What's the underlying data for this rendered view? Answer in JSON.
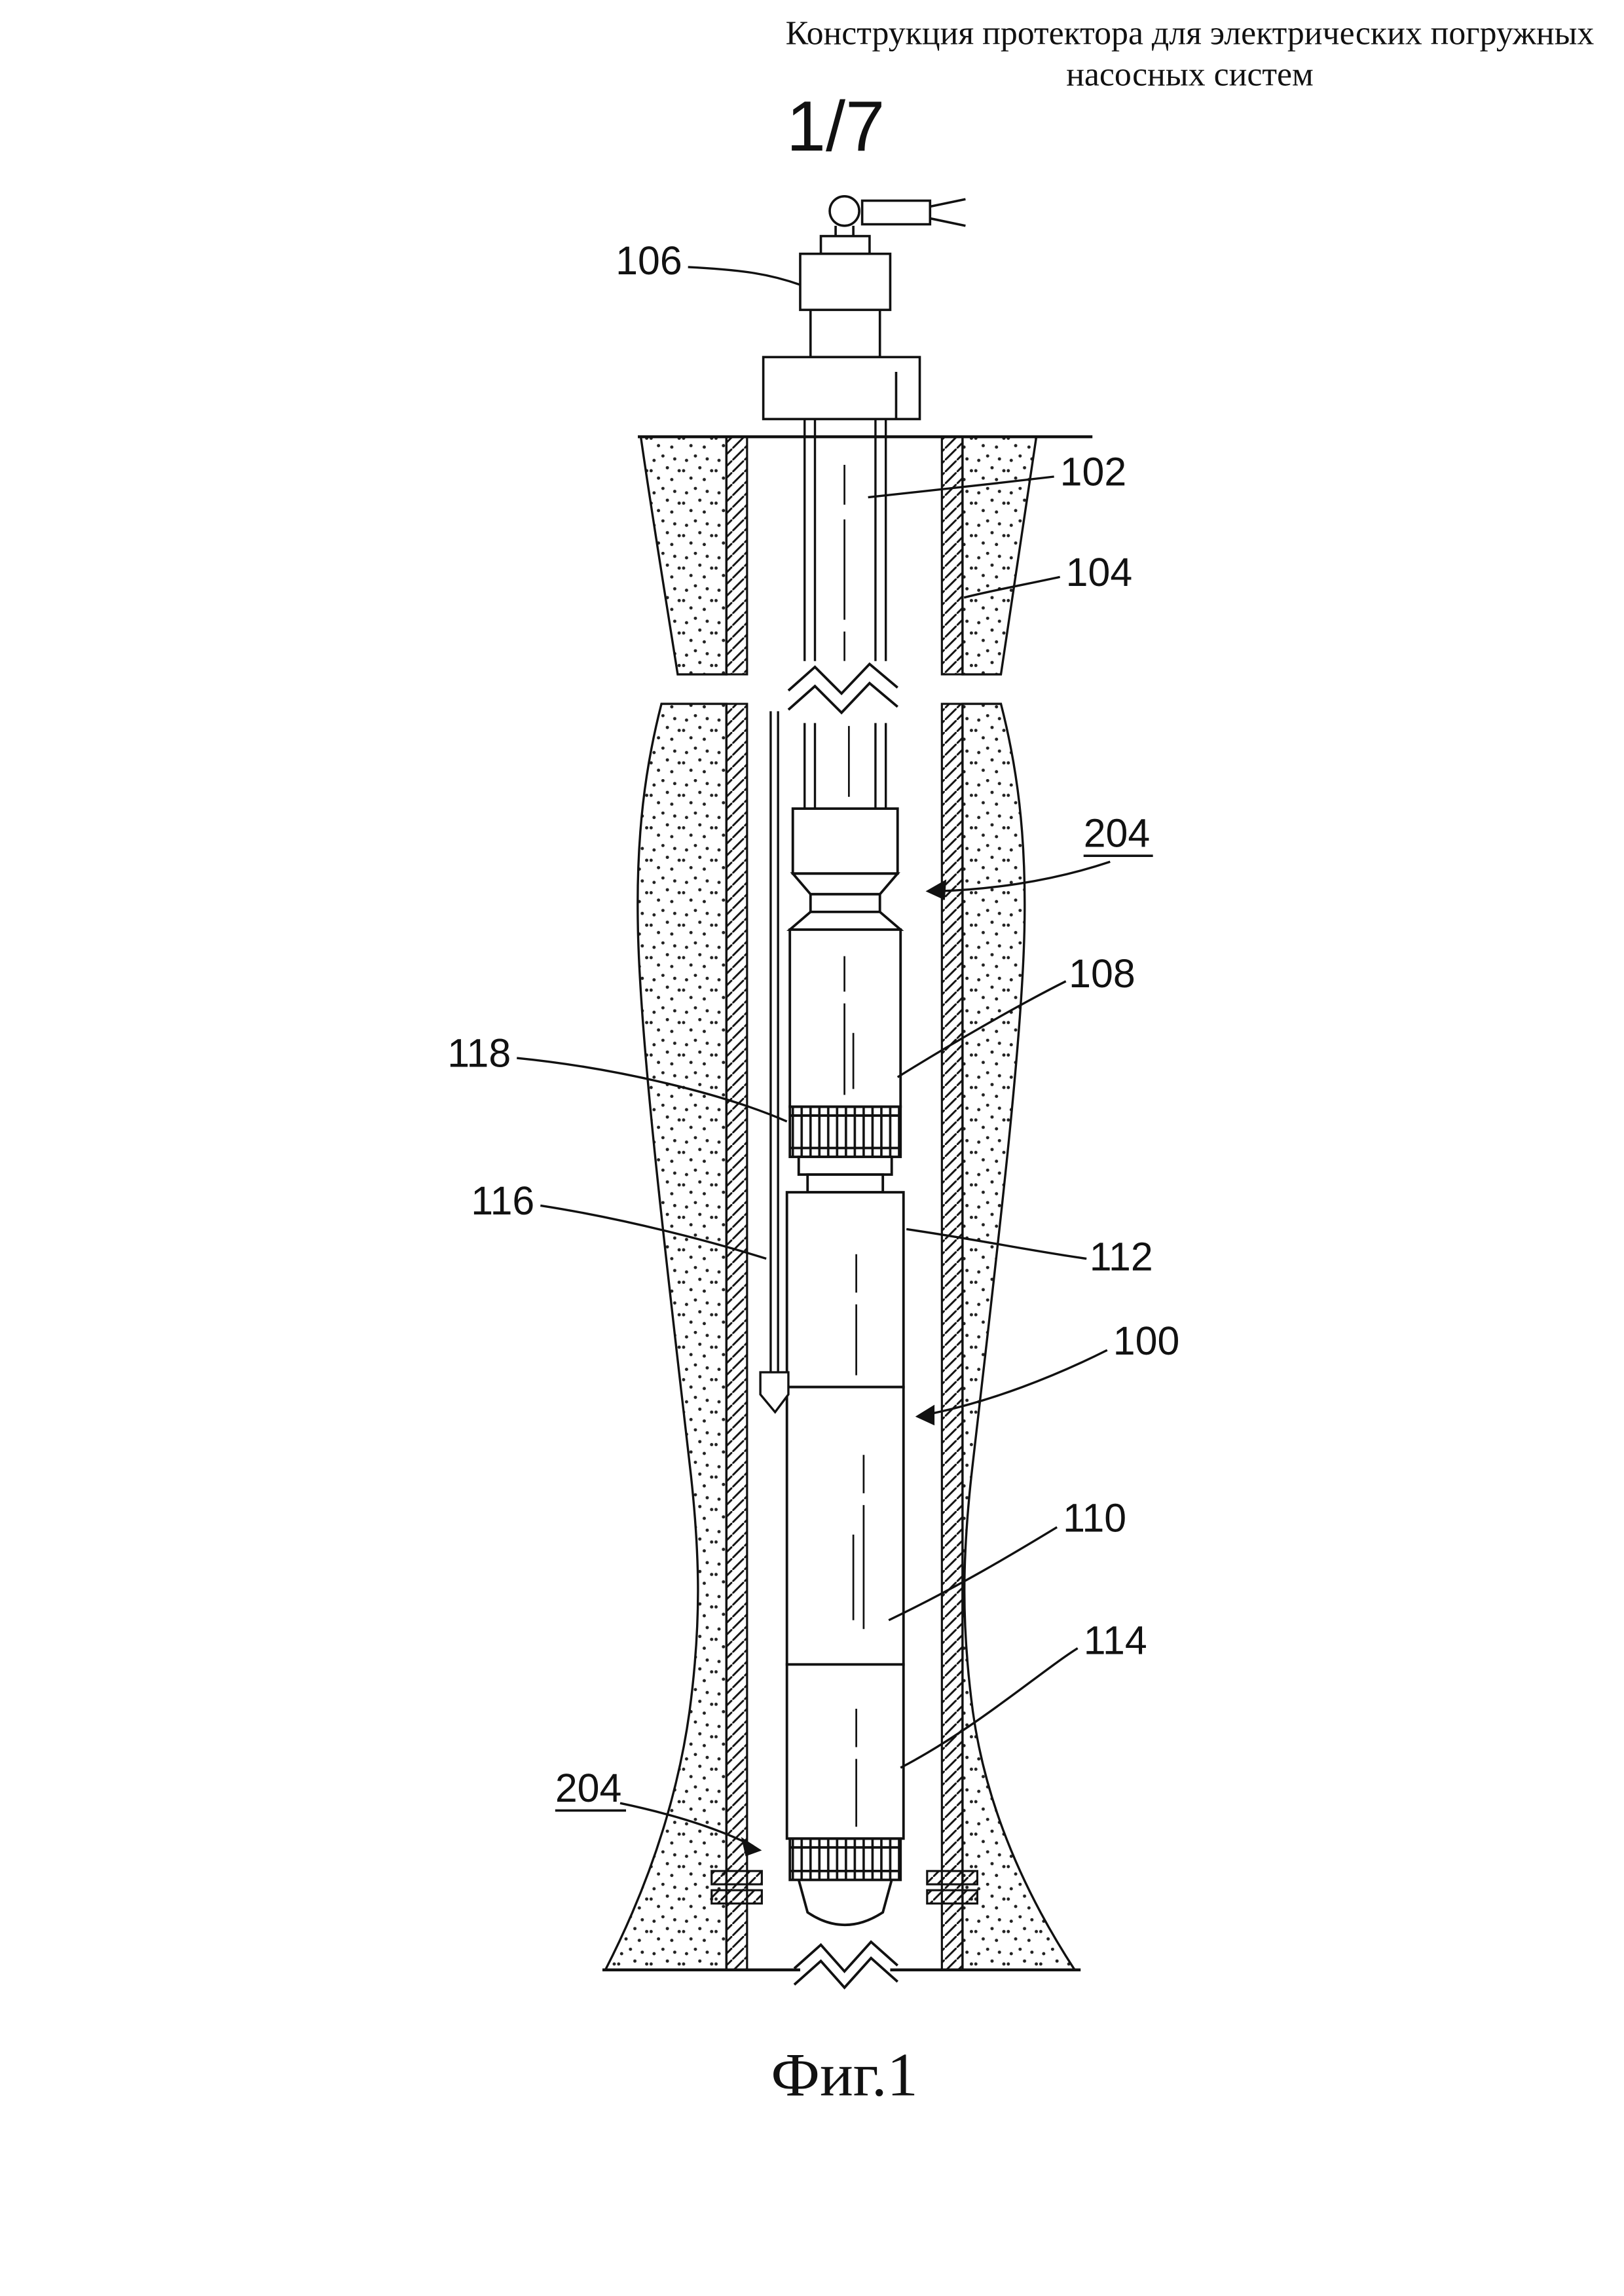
{
  "page": {
    "title_line1": "Конструкция протектора для электрических погружных",
    "title_line2": "насосных систем",
    "sheet_number": "1/7",
    "figure_caption": "Фиг.1"
  },
  "reference_labels": {
    "r106": "106",
    "r102": "102",
    "r104": "104",
    "r204_upper": "204",
    "r108": "108",
    "r118": "118",
    "r116": "116",
    "r112": "112",
    "r100": "100",
    "r110": "110",
    "r114": "114",
    "r204_lower": "204"
  },
  "colors": {
    "ink": "#111111",
    "background": "#ffffff"
  }
}
